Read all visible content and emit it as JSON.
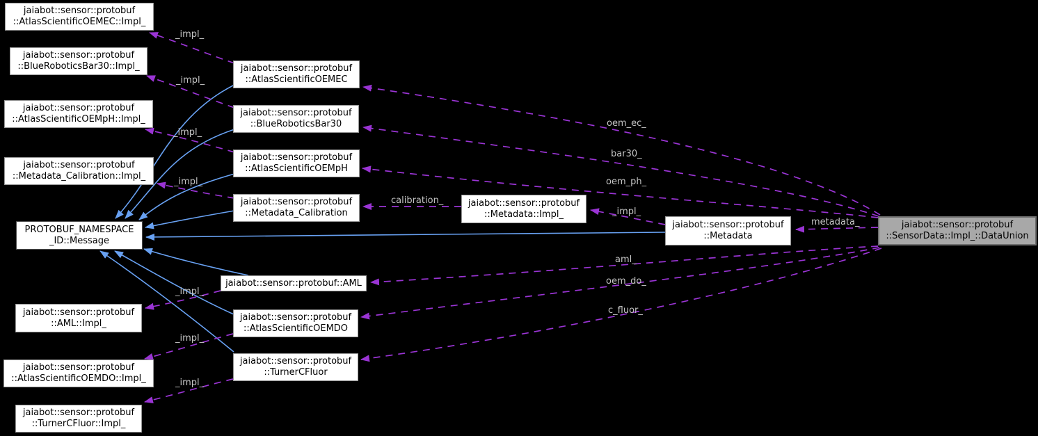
{
  "diagram": {
    "kind": "class-collaboration-graph",
    "background": "#000000",
    "colors": {
      "node_background": "#ffffff",
      "node_border": "#969696",
      "focal_node_background": "#a8a8a8",
      "inheritance_edge": "#68a1f2",
      "usage_edge": "#9a34d4",
      "edge_label_text": "#c4c4c4",
      "node_text": "#000000"
    },
    "nodes": [
      {
        "id": "oemec-impl",
        "label": "jaiabot::sensor::protobuf\n::AtlasScientificOEMEC::Impl_"
      },
      {
        "id": "bar30-impl",
        "label": "jaiabot::sensor::protobuf\n::BlueRoboticsBar30::Impl_"
      },
      {
        "id": "oemph-impl",
        "label": "jaiabot::sensor::protobuf\n::AtlasScientificOEMpH::Impl_"
      },
      {
        "id": "metacal-impl",
        "label": "jaiabot::sensor::protobuf\n::Metadata_Calibration::Impl_"
      },
      {
        "id": "message",
        "label": "PROTOBUF_NAMESPACE\n_ID::Message"
      },
      {
        "id": "aml-impl",
        "label": "jaiabot::sensor::protobuf\n::AML::Impl_"
      },
      {
        "id": "oemdo-impl",
        "label": "jaiabot::sensor::protobuf\n::AtlasScientificOEMDO::Impl_"
      },
      {
        "id": "cfluor-impl",
        "label": "jaiabot::sensor::protobuf\n::TurnerCFluor::Impl_"
      },
      {
        "id": "oemec",
        "label": "jaiabot::sensor::protobuf\n::AtlasScientificOEMEC"
      },
      {
        "id": "bar30",
        "label": "jaiabot::sensor::protobuf\n::BlueRoboticsBar30"
      },
      {
        "id": "oemph",
        "label": "jaiabot::sensor::protobuf\n::AtlasScientificOEMpH"
      },
      {
        "id": "metacal",
        "label": "jaiabot::sensor::protobuf\n::Metadata_Calibration"
      },
      {
        "id": "aml",
        "label": "jaiabot::sensor::protobuf::AML"
      },
      {
        "id": "oemdo",
        "label": "jaiabot::sensor::protobuf\n::AtlasScientificOEMDO"
      },
      {
        "id": "cfluor",
        "label": "jaiabot::sensor::protobuf\n::TurnerCFluor"
      },
      {
        "id": "metadata-impl",
        "label": "jaiabot::sensor::protobuf\n::Metadata::Impl_"
      },
      {
        "id": "metadata",
        "label": "jaiabot::sensor::protobuf\n::Metadata"
      },
      {
        "id": "dataunion",
        "label": "jaiabot::sensor::protobuf\n::SensorData::Impl_::DataUnion"
      }
    ],
    "edges": [
      {
        "from": "jaiabot::sensor::protobuf::AtlasScientificOEMEC",
        "to": "jaiabot::sensor::protobuf::AtlasScientificOEMEC::Impl_",
        "label": "_impl_",
        "type": "usage"
      },
      {
        "from": "jaiabot::sensor::protobuf::BlueRoboticsBar30",
        "to": "jaiabot::sensor::protobuf::BlueRoboticsBar30::Impl_",
        "label": "_impl_",
        "type": "usage"
      },
      {
        "from": "jaiabot::sensor::protobuf::AtlasScientificOEMpH",
        "to": "jaiabot::sensor::protobuf::AtlasScientificOEMpH::Impl_",
        "label": "_impl_",
        "type": "usage"
      },
      {
        "from": "jaiabot::sensor::protobuf::Metadata_Calibration",
        "to": "jaiabot::sensor::protobuf::Metadata_Calibration::Impl_",
        "label": "_impl_",
        "type": "usage"
      },
      {
        "from": "jaiabot::sensor::protobuf::AML",
        "to": "jaiabot::sensor::protobuf::AML::Impl_",
        "label": "_impl_",
        "type": "usage"
      },
      {
        "from": "jaiabot::sensor::protobuf::AtlasScientificOEMDO",
        "to": "jaiabot::sensor::protobuf::AtlasScientificOEMDO::Impl_",
        "label": "_impl_",
        "type": "usage"
      },
      {
        "from": "jaiabot::sensor::protobuf::TurnerCFluor",
        "to": "jaiabot::sensor::protobuf::TurnerCFluor::Impl_",
        "label": "_impl_",
        "type": "usage"
      },
      {
        "from": "jaiabot::sensor::protobuf::Metadata",
        "to": "jaiabot::sensor::protobuf::Metadata::Impl_",
        "label": "_impl_",
        "type": "usage"
      },
      {
        "from": "jaiabot::sensor::protobuf::Metadata::Impl_",
        "to": "jaiabot::sensor::protobuf::Metadata_Calibration",
        "label": "calibration_",
        "type": "usage"
      },
      {
        "from": "jaiabot::sensor::protobuf::SensorData::Impl_::DataUnion",
        "to": "jaiabot::sensor::protobuf::Metadata",
        "label": "metadata_",
        "type": "usage"
      },
      {
        "from": "jaiabot::sensor::protobuf::SensorData::Impl_::DataUnion",
        "to": "jaiabot::sensor::protobuf::AtlasScientificOEMEC",
        "label": "oem_ec_",
        "type": "usage"
      },
      {
        "from": "jaiabot::sensor::protobuf::SensorData::Impl_::DataUnion",
        "to": "jaiabot::sensor::protobuf::BlueRoboticsBar30",
        "label": "bar30_",
        "type": "usage"
      },
      {
        "from": "jaiabot::sensor::protobuf::SensorData::Impl_::DataUnion",
        "to": "jaiabot::sensor::protobuf::AtlasScientificOEMpH",
        "label": "oem_ph_",
        "type": "usage"
      },
      {
        "from": "jaiabot::sensor::protobuf::SensorData::Impl_::DataUnion",
        "to": "jaiabot::sensor::protobuf::AML",
        "label": "aml_",
        "type": "usage"
      },
      {
        "from": "jaiabot::sensor::protobuf::SensorData::Impl_::DataUnion",
        "to": "jaiabot::sensor::protobuf::AtlasScientificOEMDO",
        "label": "oem_do_",
        "type": "usage"
      },
      {
        "from": "jaiabot::sensor::protobuf::SensorData::Impl_::DataUnion",
        "to": "jaiabot::sensor::protobuf::TurnerCFluor",
        "label": "c_fluor_",
        "type": "usage"
      },
      {
        "from": "jaiabot::sensor::protobuf::AtlasScientificOEMEC",
        "to": "PROTOBUF_NAMESPACE_ID::Message",
        "label": "",
        "type": "inheritance"
      },
      {
        "from": "jaiabot::sensor::protobuf::BlueRoboticsBar30",
        "to": "PROTOBUF_NAMESPACE_ID::Message",
        "label": "",
        "type": "inheritance"
      },
      {
        "from": "jaiabot::sensor::protobuf::AtlasScientificOEMpH",
        "to": "PROTOBUF_NAMESPACE_ID::Message",
        "label": "",
        "type": "inheritance"
      },
      {
        "from": "jaiabot::sensor::protobuf::Metadata_Calibration",
        "to": "PROTOBUF_NAMESPACE_ID::Message",
        "label": "",
        "type": "inheritance"
      },
      {
        "from": "jaiabot::sensor::protobuf::Metadata",
        "to": "PROTOBUF_NAMESPACE_ID::Message",
        "label": "",
        "type": "inheritance"
      },
      {
        "from": "jaiabot::sensor::protobuf::AML",
        "to": "PROTOBUF_NAMESPACE_ID::Message",
        "label": "",
        "type": "inheritance"
      },
      {
        "from": "jaiabot::sensor::protobuf::AtlasScientificOEMDO",
        "to": "PROTOBUF_NAMESPACE_ID::Message",
        "label": "",
        "type": "inheritance"
      },
      {
        "from": "jaiabot::sensor::protobuf::TurnerCFluor",
        "to": "PROTOBUF_NAMESPACE_ID::Message",
        "label": "",
        "type": "inheritance"
      }
    ]
  }
}
